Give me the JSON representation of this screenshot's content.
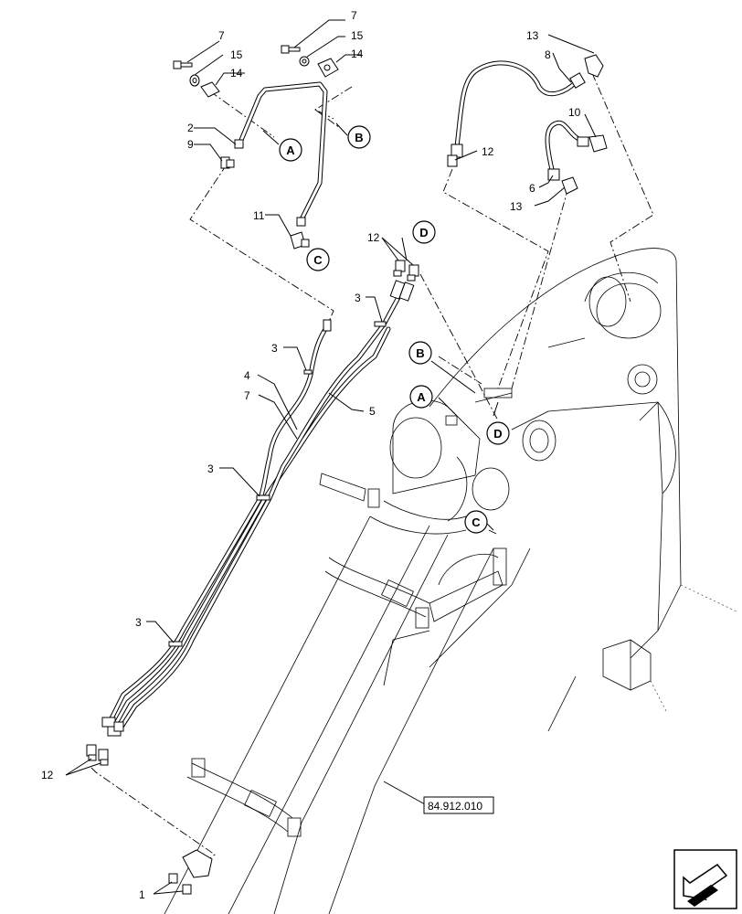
{
  "callouts": {
    "n7a": "7",
    "n15a": "15",
    "n14a": "14",
    "n7b": "7",
    "n15b": "15",
    "n14b": "14",
    "n2": "2",
    "n9": "9",
    "n11": "11",
    "n13a": "13",
    "n8": "8",
    "n12a": "12",
    "n10": "10",
    "n6": "6",
    "n13b": "13",
    "n12b": "12",
    "n3a": "3",
    "n3b": "3",
    "n4": "4",
    "n7c": "7",
    "n5": "5",
    "n3c": "3",
    "n3d": "3",
    "n12c": "12",
    "n1": "1"
  },
  "circle_labels": {
    "a_top": "A",
    "b_top": "B",
    "c_top": "C",
    "d_top": "D",
    "b_mid": "B",
    "a_mid": "A",
    "d_mid": "D",
    "c_mid": "C"
  },
  "reference": {
    "label": "84.912.010"
  },
  "nav_icon": "next-page-arrow-icon"
}
